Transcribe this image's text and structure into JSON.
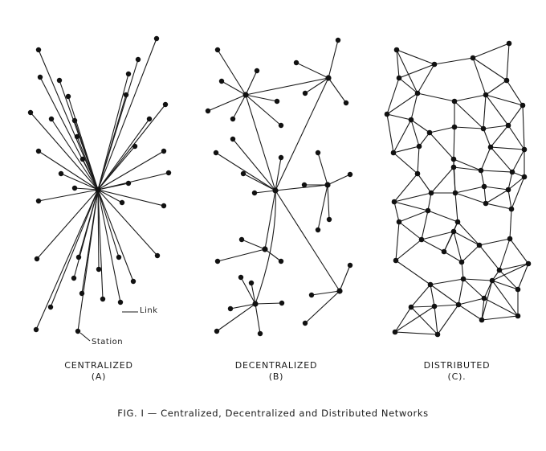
{
  "panels": {
    "a": {
      "title": "CENTRALIZED",
      "letter": "(A)"
    },
    "b": {
      "title": "DECENTRALIZED",
      "letter": "(B)"
    },
    "c": {
      "title": "DISTRIBUTED",
      "letter": "(C)."
    }
  },
  "annotations": {
    "link": "Link",
    "station": "Station"
  },
  "caption": "FIG. I — Centralized, Decentralized and Distributed Networks"
}
